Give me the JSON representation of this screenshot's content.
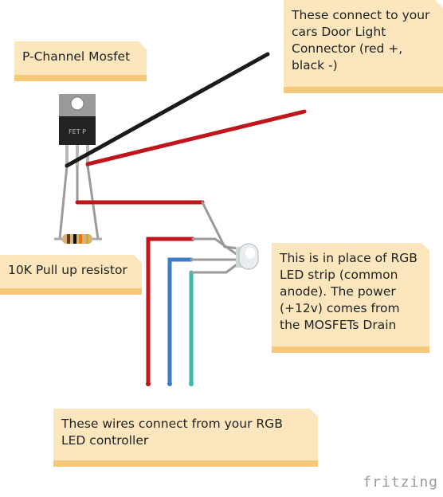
{
  "notes": {
    "door_light": "These connect to your cars Door Light Connector (red +, black -)",
    "mosfet": "P-Channel Mosfet",
    "resistor": "10K Pull up resistor",
    "led": "This is in place of RGB LED strip (common anode). The power (+12v) comes from the MOSFETs Drain",
    "controller": "These wires connect from your RGB LED controller"
  },
  "components": {
    "mosfet_marking": "FET P"
  },
  "brand": "fritzing",
  "colors": {
    "note_bg": "#fbe6bd",
    "note_accent": "#f5c87a",
    "wire_red": "#c0151a",
    "wire_black": "#1a1a1a",
    "wire_blue": "#3d7cc9",
    "wire_teal": "#3ab8a8",
    "wire_gray": "#9a9a9a"
  }
}
